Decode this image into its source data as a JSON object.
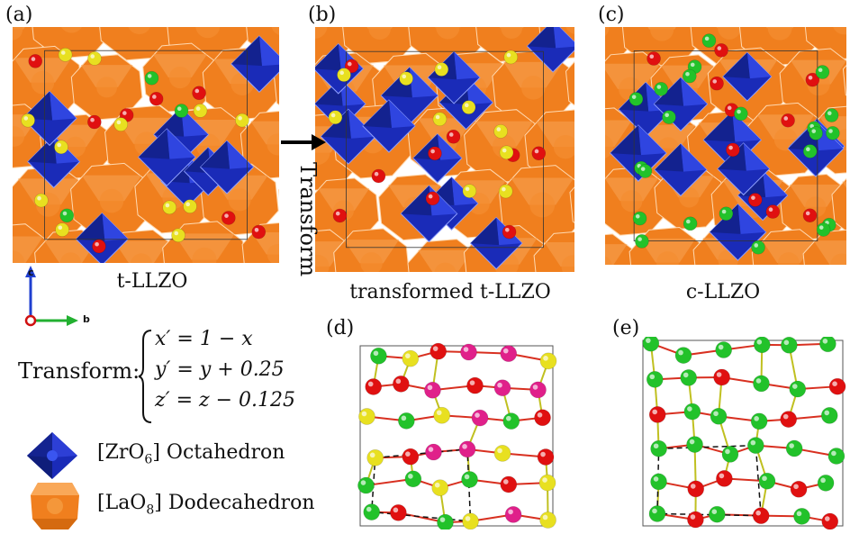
{
  "panels": {
    "a": {
      "label": "(a)",
      "caption": "t-LLZO"
    },
    "b": {
      "label": "(b)",
      "caption": "transformed t-LLZO"
    },
    "c": {
      "label": "(c)",
      "caption": "c-LLZO"
    },
    "d": {
      "label": "(d)"
    },
    "e": {
      "label": "(e)"
    }
  },
  "arrow_label": "Transform",
  "axes": {
    "c": "c",
    "b": "b"
  },
  "transform": {
    "prefix": "Transform:",
    "lines": [
      "x′ = 1 − x",
      "y′ = y + 0.25",
      "z′ = z − 0.125"
    ]
  },
  "legend": [
    {
      "name": "zro6-octahedron",
      "formula_main": "[ZrO",
      "formula_sub": "6",
      "formula_end": "] Octahedron",
      "color": "#1a2bb8"
    },
    {
      "name": "lao8-dodecahedron",
      "formula_main": "[LaO",
      "formula_sub": "8",
      "formula_end": "] Dodecahedron",
      "color": "#f07f1e"
    }
  ],
  "colors": {
    "octahedron": "#1a2bb8",
    "dodecahedron": "#f07f1e",
    "site_red": "#e01010",
    "site_yellow": "#e8e020",
    "site_green": "#22c22a",
    "site_magenta": "#e0208a"
  }
}
